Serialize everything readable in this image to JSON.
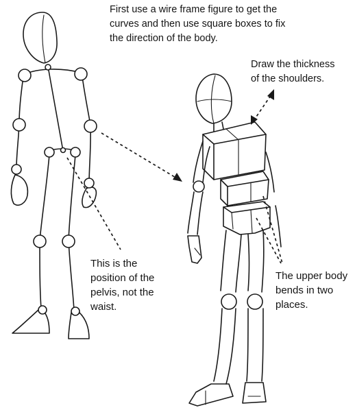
{
  "annotations": {
    "intro": "First use a wire frame figure to get the\ncurves and then use square boxes to fix\nthe direction of the body.",
    "shoulders": "Draw the thickness\nof the shoulders.",
    "pelvis": "This is the\nposition of the\npelvis, not the\nwaist.",
    "upper_body": "The upper body\nbends in two\nplaces."
  },
  "colors": {
    "ink": "#1a1a1a",
    "paper": "#ffffff"
  }
}
